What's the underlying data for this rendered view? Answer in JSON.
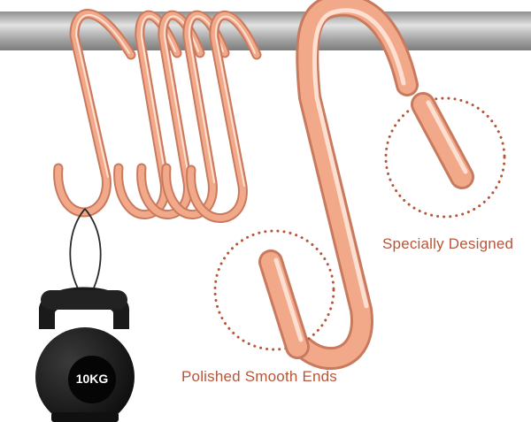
{
  "labels": {
    "specially_designed": "Specially Designed",
    "polished_smooth_ends": "Polished Smooth Ends"
  },
  "kettlebell": {
    "weight": "10KG"
  },
  "colors": {
    "copper": "#f2a98a",
    "copper_highlight": "#fde0d2",
    "copper_shadow": "#c97a5e",
    "rod": "#a9a9a9",
    "rod_highlight": "#dcdcdc",
    "callout": "#b5563a",
    "kettlebell": "#151515"
  }
}
